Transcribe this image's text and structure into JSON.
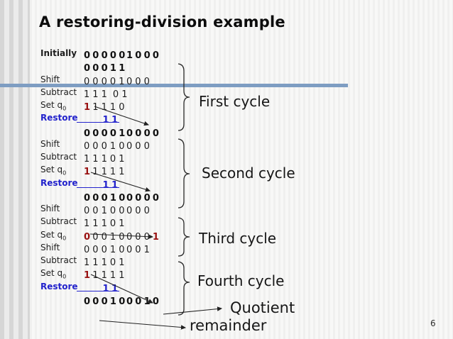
{
  "slide": {
    "title": "A restoring-division example",
    "page_number": "6"
  },
  "colors": {
    "accent_line": "#7e9dc2",
    "digit_red": "#991111",
    "restore_blue": "#2323cc"
  },
  "division": {
    "rows": [
      {
        "label": "Initially",
        "label_bold": true,
        "bold": true,
        "g1": [
          "0",
          "0",
          "0",
          "0",
          "0"
        ],
        "g2": [
          "1",
          "0",
          "0",
          "0"
        ]
      },
      {
        "label": "",
        "bold": true,
        "g1": [
          "0",
          "0",
          "0",
          "1",
          "1"
        ],
        "g2": []
      },
      {
        "label": "Shift",
        "g1": [
          "0",
          "0",
          "0",
          "0",
          "1"
        ],
        "g2": [
          "0",
          "0",
          "0"
        ]
      },
      {
        "label": "Subtract",
        "g1": [
          "1",
          "1",
          "1",
          "0",
          "1"
        ],
        "g2": [],
        "wide_gap": true
      },
      {
        "label": "Set q",
        "sub": "0",
        "g1": [
          "1",
          "1",
          "1",
          "1",
          "0"
        ],
        "g2": [],
        "red1": [
          0
        ]
      },
      {
        "type": "restore",
        "label": "Restore",
        "value": [
          "1",
          "1"
        ]
      },
      {
        "label": "",
        "bold": true,
        "g1": [
          "0",
          "0",
          "0",
          "0",
          "1"
        ],
        "g2": [
          "0",
          "0",
          "0",
          "0"
        ],
        "red2": [
          3
        ]
      },
      {
        "label": "Shift",
        "g1": [
          "0",
          "0",
          "0",
          "1",
          "0"
        ],
        "g2": [
          "0",
          "0",
          "0"
        ]
      },
      {
        "label": "Subtract",
        "g1": [
          "1",
          "1",
          "1",
          "0",
          "1"
        ],
        "g2": []
      },
      {
        "label": "Set q",
        "sub": "0",
        "g1": [
          "1",
          "1",
          "1",
          "1",
          "1"
        ],
        "g2": [],
        "red1": [
          0
        ]
      },
      {
        "type": "restore",
        "label": "Restore",
        "value": [
          "1",
          "1"
        ]
      },
      {
        "label": "",
        "bold": true,
        "g1": [
          "0",
          "0",
          "0",
          "1",
          "0"
        ],
        "g2": [
          "0",
          "0",
          "0",
          "0"
        ],
        "red2": [
          3
        ]
      },
      {
        "label": "Shift",
        "g1": [
          "0",
          "0",
          "1",
          "0",
          "0"
        ],
        "g2": [
          "0",
          "0",
          "0"
        ]
      },
      {
        "label": "Subtract",
        "g1": [
          "1",
          "1",
          "1",
          "0",
          "1"
        ],
        "g2": []
      },
      {
        "label": "Set q",
        "sub": "0",
        "g1": [
          "0",
          "0",
          "0",
          "1",
          "0"
        ],
        "g2": [
          "0",
          "0",
          "0",
          "1"
        ],
        "red1": [
          0
        ],
        "red2": [
          3
        ]
      },
      {
        "label": "Shift",
        "g1": [
          "0",
          "0",
          "0",
          "1",
          "0"
        ],
        "g2": [
          "0",
          "0",
          "1"
        ]
      },
      {
        "label": "Subtract",
        "g1": [
          "1",
          "1",
          "1",
          "0",
          "1"
        ],
        "g2": []
      },
      {
        "label": "Set q",
        "sub": "0",
        "g1": [
          "1",
          "1",
          "1",
          "1",
          "1"
        ],
        "g2": [],
        "red1": [
          0
        ]
      },
      {
        "type": "restore",
        "label": "Restore",
        "value": [
          "1",
          "1"
        ]
      },
      {
        "label": "",
        "bold": true,
        "g1": [
          "0",
          "0",
          "0",
          "1",
          "0"
        ],
        "g2": [
          "0",
          "0",
          "1",
          "0"
        ],
        "red2": [
          3
        ]
      }
    ]
  },
  "annotations": {
    "cycles": [
      "First cycle",
      "Second cycle",
      "Third cycle",
      "Fourth cycle"
    ],
    "quotient": "Quotient",
    "remainder": "remainder"
  }
}
